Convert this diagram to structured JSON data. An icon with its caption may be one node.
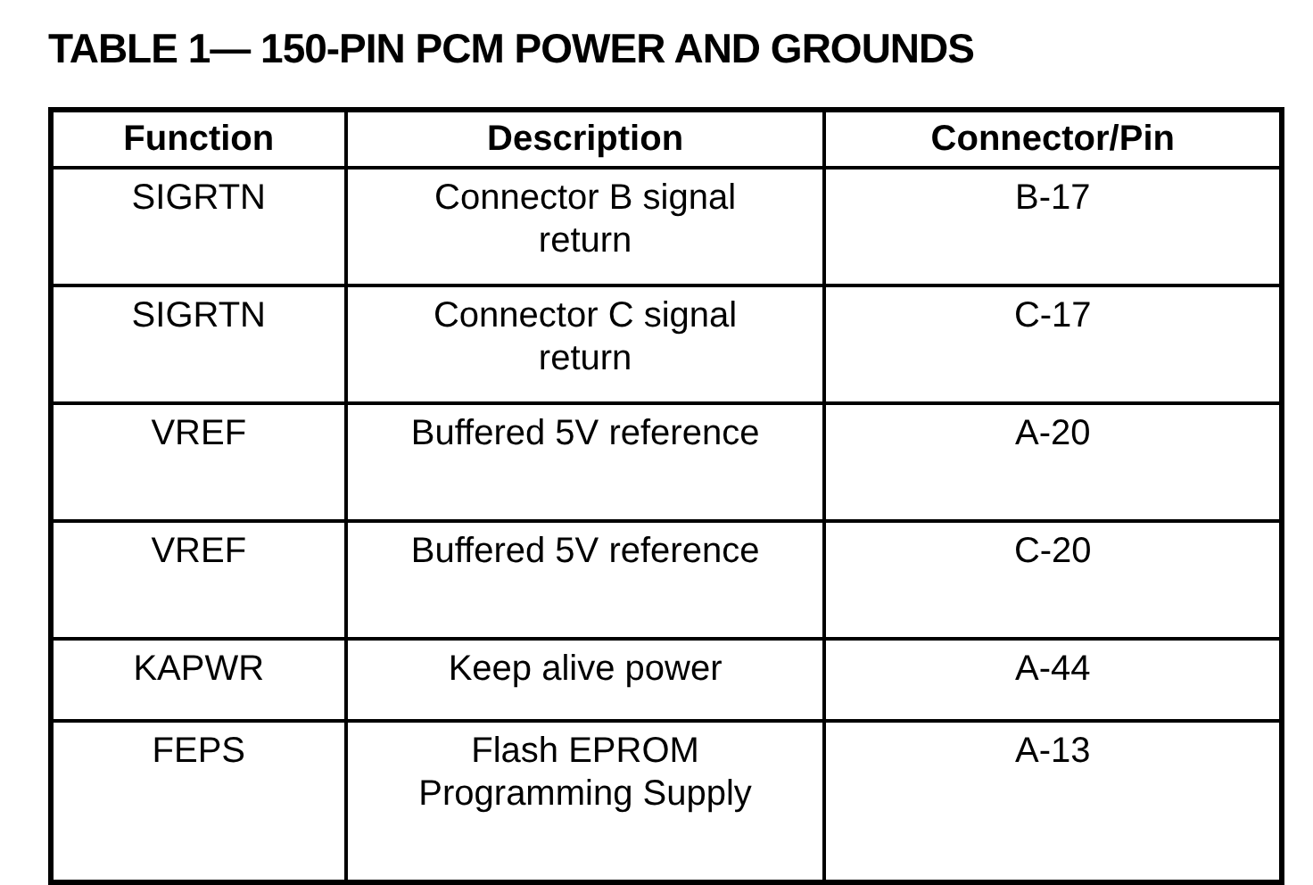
{
  "diagram": {
    "title": "TABLE 1— 150-PIN PCM POWER AND GROUNDS",
    "labels": [
      "Function",
      "Description",
      "Connector/Pin",
      "SIGRTN",
      "Connector B signal return",
      "B-17",
      "SIGRTN",
      "Connector C signal return",
      "C-17",
      "VREF",
      "Buffered 5V reference",
      "A-20",
      "VREF",
      "Buffered 5V reference",
      "C-20",
      "KAPWR",
      "Keep alive power",
      "A-44",
      "FEPS",
      "Flash EPROM Programming Supply",
      "A-13"
    ]
  }
}
